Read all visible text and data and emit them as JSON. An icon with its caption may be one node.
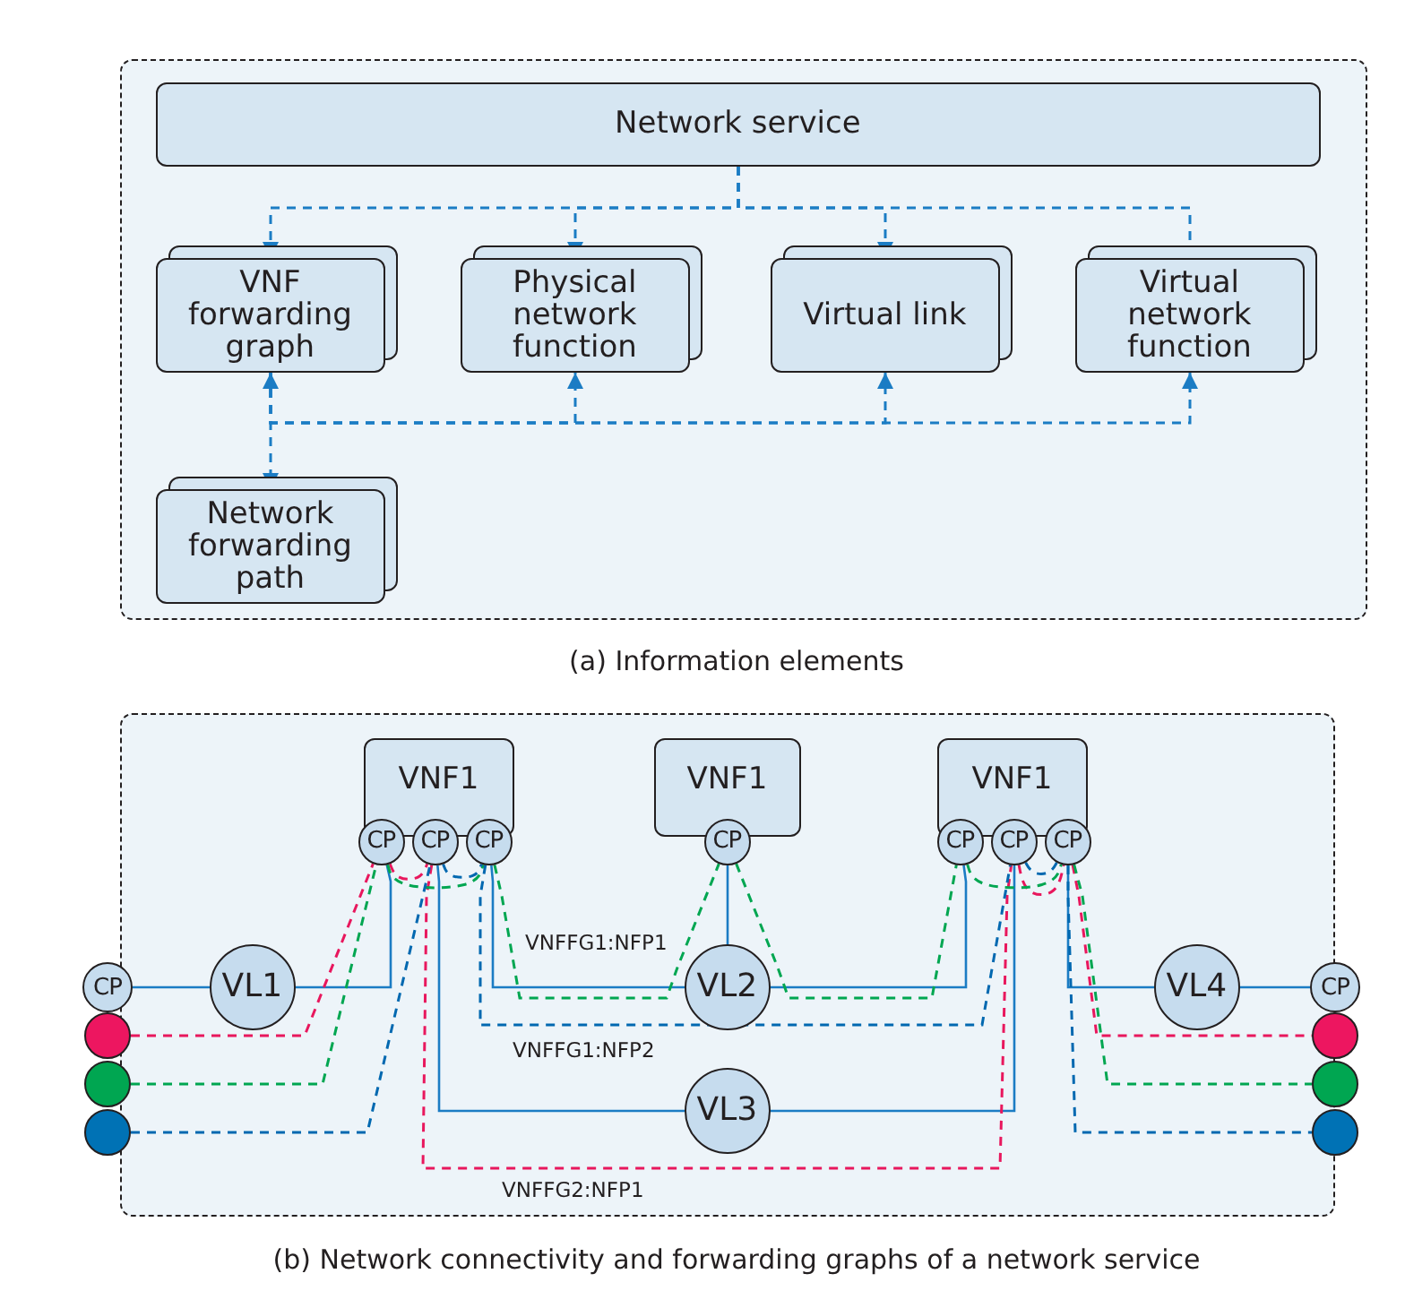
{
  "diagram": {
    "nodes": [
      {
        "text": [],
        "shape": "box"
      },
      {
        "text": [
          "Network service"
        ],
        "in": 0
      },
      {
        "text": [
          "VNF forwarding graph"
        ],
        "in": 0
      },
      {
        "text": [
          "Physical network function"
        ],
        "in": 0
      },
      {
        "text": [
          "Virtual link"
        ],
        "in": 0
      },
      {
        "text": [
          "Virtual network function"
        ],
        "in": 0
      },
      {
        "text": [
          "Network forwarding path"
        ],
        "in": 0
      },
      {
        "text": [],
        "shape": "box"
      },
      {
        "text": [
          "VNF1"
        ],
        "in": 7
      },
      {
        "text": [
          "VNF1"
        ],
        "in": 7
      },
      {
        "text": [
          "VNF1"
        ],
        "in": 7
      },
      {
        "text": [
          "CP"
        ]
      },
      {
        "text": [
          "CP"
        ],
        "in": 7
      },
      {
        "text": [
          "CP"
        ],
        "in": 7
      },
      {
        "text": [
          "CP"
        ],
        "in": 7
      },
      {
        "text": [
          "CP"
        ],
        "in": 7
      },
      {
        "text": [
          "CP"
        ],
        "in": 7
      },
      {
        "text": [
          "CP"
        ],
        "in": 7
      },
      {
        "text": [
          "CP"
        ],
        "in": 7
      },
      {
        "text": [
          "CP"
        ]
      },
      {
        "text": [
          "VL1"
        ],
        "in": 7
      },
      {
        "text": [
          "VL2"
        ],
        "in": 7
      },
      {
        "text": [
          "VL3"
        ],
        "in": 7
      },
      {
        "text": [
          "VL4"
        ],
        "in": 7
      },
      {
        "text": [],
        "shape": "circle"
      },
      {
        "text": [],
        "shape": "circle"
      },
      {
        "text": [],
        "shape": "circle"
      },
      {
        "text": [],
        "shape": "circle"
      },
      {
        "text": [],
        "shape": "circle"
      },
      {
        "text": [],
        "shape": "circle"
      }
    ],
    "edges": [
      {
        "from": 1,
        "to": 2,
        "arrow": "to",
        "style": "dashed"
      },
      {
        "from": 1,
        "to": 3,
        "arrow": "to",
        "style": "dashed"
      },
      {
        "from": 1,
        "to": 4,
        "arrow": "to",
        "style": "dashed"
      },
      {
        "from": 1,
        "to": 5,
        "arrow": "none",
        "style": "dashed"
      },
      {
        "from": 2,
        "to": 6,
        "arrow": "both",
        "style": "dashed"
      },
      {
        "from": 2,
        "to": 3,
        "arrow": "to",
        "style": "dashed"
      },
      {
        "from": 2,
        "to": 4,
        "arrow": "to",
        "style": "dashed"
      },
      {
        "from": 2,
        "to": 5,
        "arrow": "to",
        "style": "dashed"
      },
      {
        "from": 11,
        "to": 20,
        "arrow": "none"
      },
      {
        "from": 20,
        "to": 12,
        "arrow": "none"
      },
      {
        "from": 13,
        "to": 22,
        "arrow": "none"
      },
      {
        "from": 14,
        "to": 21,
        "arrow": "none"
      },
      {
        "from": 15,
        "to": 21,
        "arrow": "none"
      },
      {
        "from": 21,
        "to": 16,
        "arrow": "none"
      },
      {
        "from": 22,
        "to": 17,
        "arrow": "none"
      },
      {
        "from": 18,
        "to": 23,
        "arrow": "none"
      },
      {
        "from": 23,
        "to": 19,
        "arrow": "none"
      },
      {
        "from": 24,
        "to": 12,
        "arrow": "none",
        "style": "dashed",
        "color": "#e8175d"
      },
      {
        "from": 12,
        "to": 13,
        "arrow": "none",
        "style": "dashed",
        "color": "#e8175d"
      },
      {
        "from": 13,
        "to": 17,
        "arrow": "none",
        "style": "dashed",
        "color": "#e8175d"
      },
      {
        "from": 17,
        "to": 18,
        "arrow": "none",
        "style": "dashed",
        "color": "#e8175d"
      },
      {
        "from": 18,
        "to": 27,
        "arrow": "none",
        "style": "dashed",
        "color": "#e8175d"
      },
      {
        "from": 25,
        "to": 12,
        "arrow": "none",
        "style": "dashed",
        "color": "#00a651"
      },
      {
        "from": 12,
        "to": 14,
        "arrow": "none",
        "style": "dashed",
        "color": "#00a651"
      },
      {
        "from": 14,
        "to": 15,
        "arrow": "none",
        "style": "dashed",
        "color": "#00a651"
      },
      {
        "from": 15,
        "to": 16,
        "arrow": "none",
        "style": "dashed",
        "color": "#00a651"
      },
      {
        "from": 16,
        "to": 18,
        "arrow": "none",
        "style": "dashed",
        "color": "#00a651"
      },
      {
        "from": 18,
        "to": 28,
        "arrow": "none",
        "style": "dashed",
        "color": "#00a651"
      },
      {
        "from": 26,
        "to": 13,
        "arrow": "none",
        "style": "dashed",
        "color": "#0068b0"
      },
      {
        "from": 13,
        "to": 14,
        "arrow": "none",
        "style": "dashed",
        "color": "#0068b0"
      },
      {
        "from": 14,
        "to": 17,
        "arrow": "none",
        "style": "dashed",
        "color": "#0068b0"
      },
      {
        "from": 17,
        "to": 18,
        "arrow": "none",
        "style": "dashed",
        "color": "#0068b0"
      },
      {
        "from": 18,
        "to": 29,
        "arrow": "none",
        "style": "dashed",
        "color": "#0068b0"
      }
    ],
    "labels": [
      "(a) Information elements",
      "VNFFG1:NFP1",
      "VNFFG1:NFP2",
      "VNFFG2:NFP1",
      "(b) Network connectivity and forwarding graphs of a network service"
    ]
  }
}
